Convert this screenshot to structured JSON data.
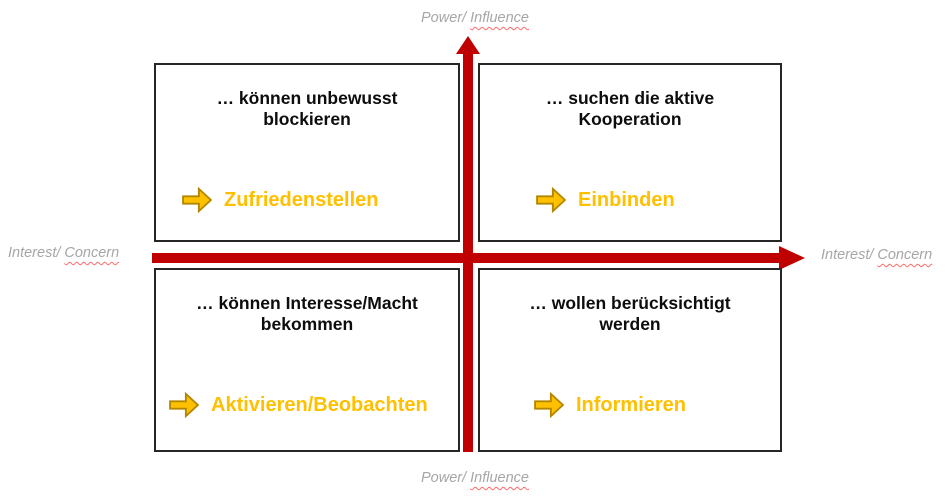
{
  "diagram": {
    "type": "stakeholder-power-interest-matrix"
  },
  "axes": {
    "vertical": {
      "label_prefix": "Power/",
      "label_word": "Influence"
    },
    "horizontal": {
      "label_prefix": "Interest/",
      "label_word": "Concern"
    }
  },
  "quadrants": [
    {
      "position": "top-left",
      "description": "… können unbewusst\nblockieren",
      "action_label": "Zufriedenstellen"
    },
    {
      "position": "top-right",
      "description": "… suchen die aktive\nKooperation",
      "action_label": "Einbinden"
    },
    {
      "position": "bottom-left",
      "description": "… können Interesse/Macht\nbekommen",
      "action_label": "Aktivieren/Beobachten"
    },
    {
      "position": "bottom-right",
      "description": "… wollen berücksichtigt\nwerden",
      "action_label": "Informieren"
    }
  ],
  "icons": {
    "action_arrow": "right-block-arrow",
    "vertical_axis_arrow": "up-arrowhead",
    "horizontal_axis_arrow": "right-arrowhead"
  },
  "colors": {
    "axis_red": "#C00000",
    "accent_gold": "#FFC000",
    "arrow_outline": "#B38600",
    "label_gray": "#A6A6A6",
    "box_border": "#262626",
    "spellcheck_red": "#FF6A6A",
    "text_black": "#0D0D0D",
    "background": "#FFFFFF"
  }
}
